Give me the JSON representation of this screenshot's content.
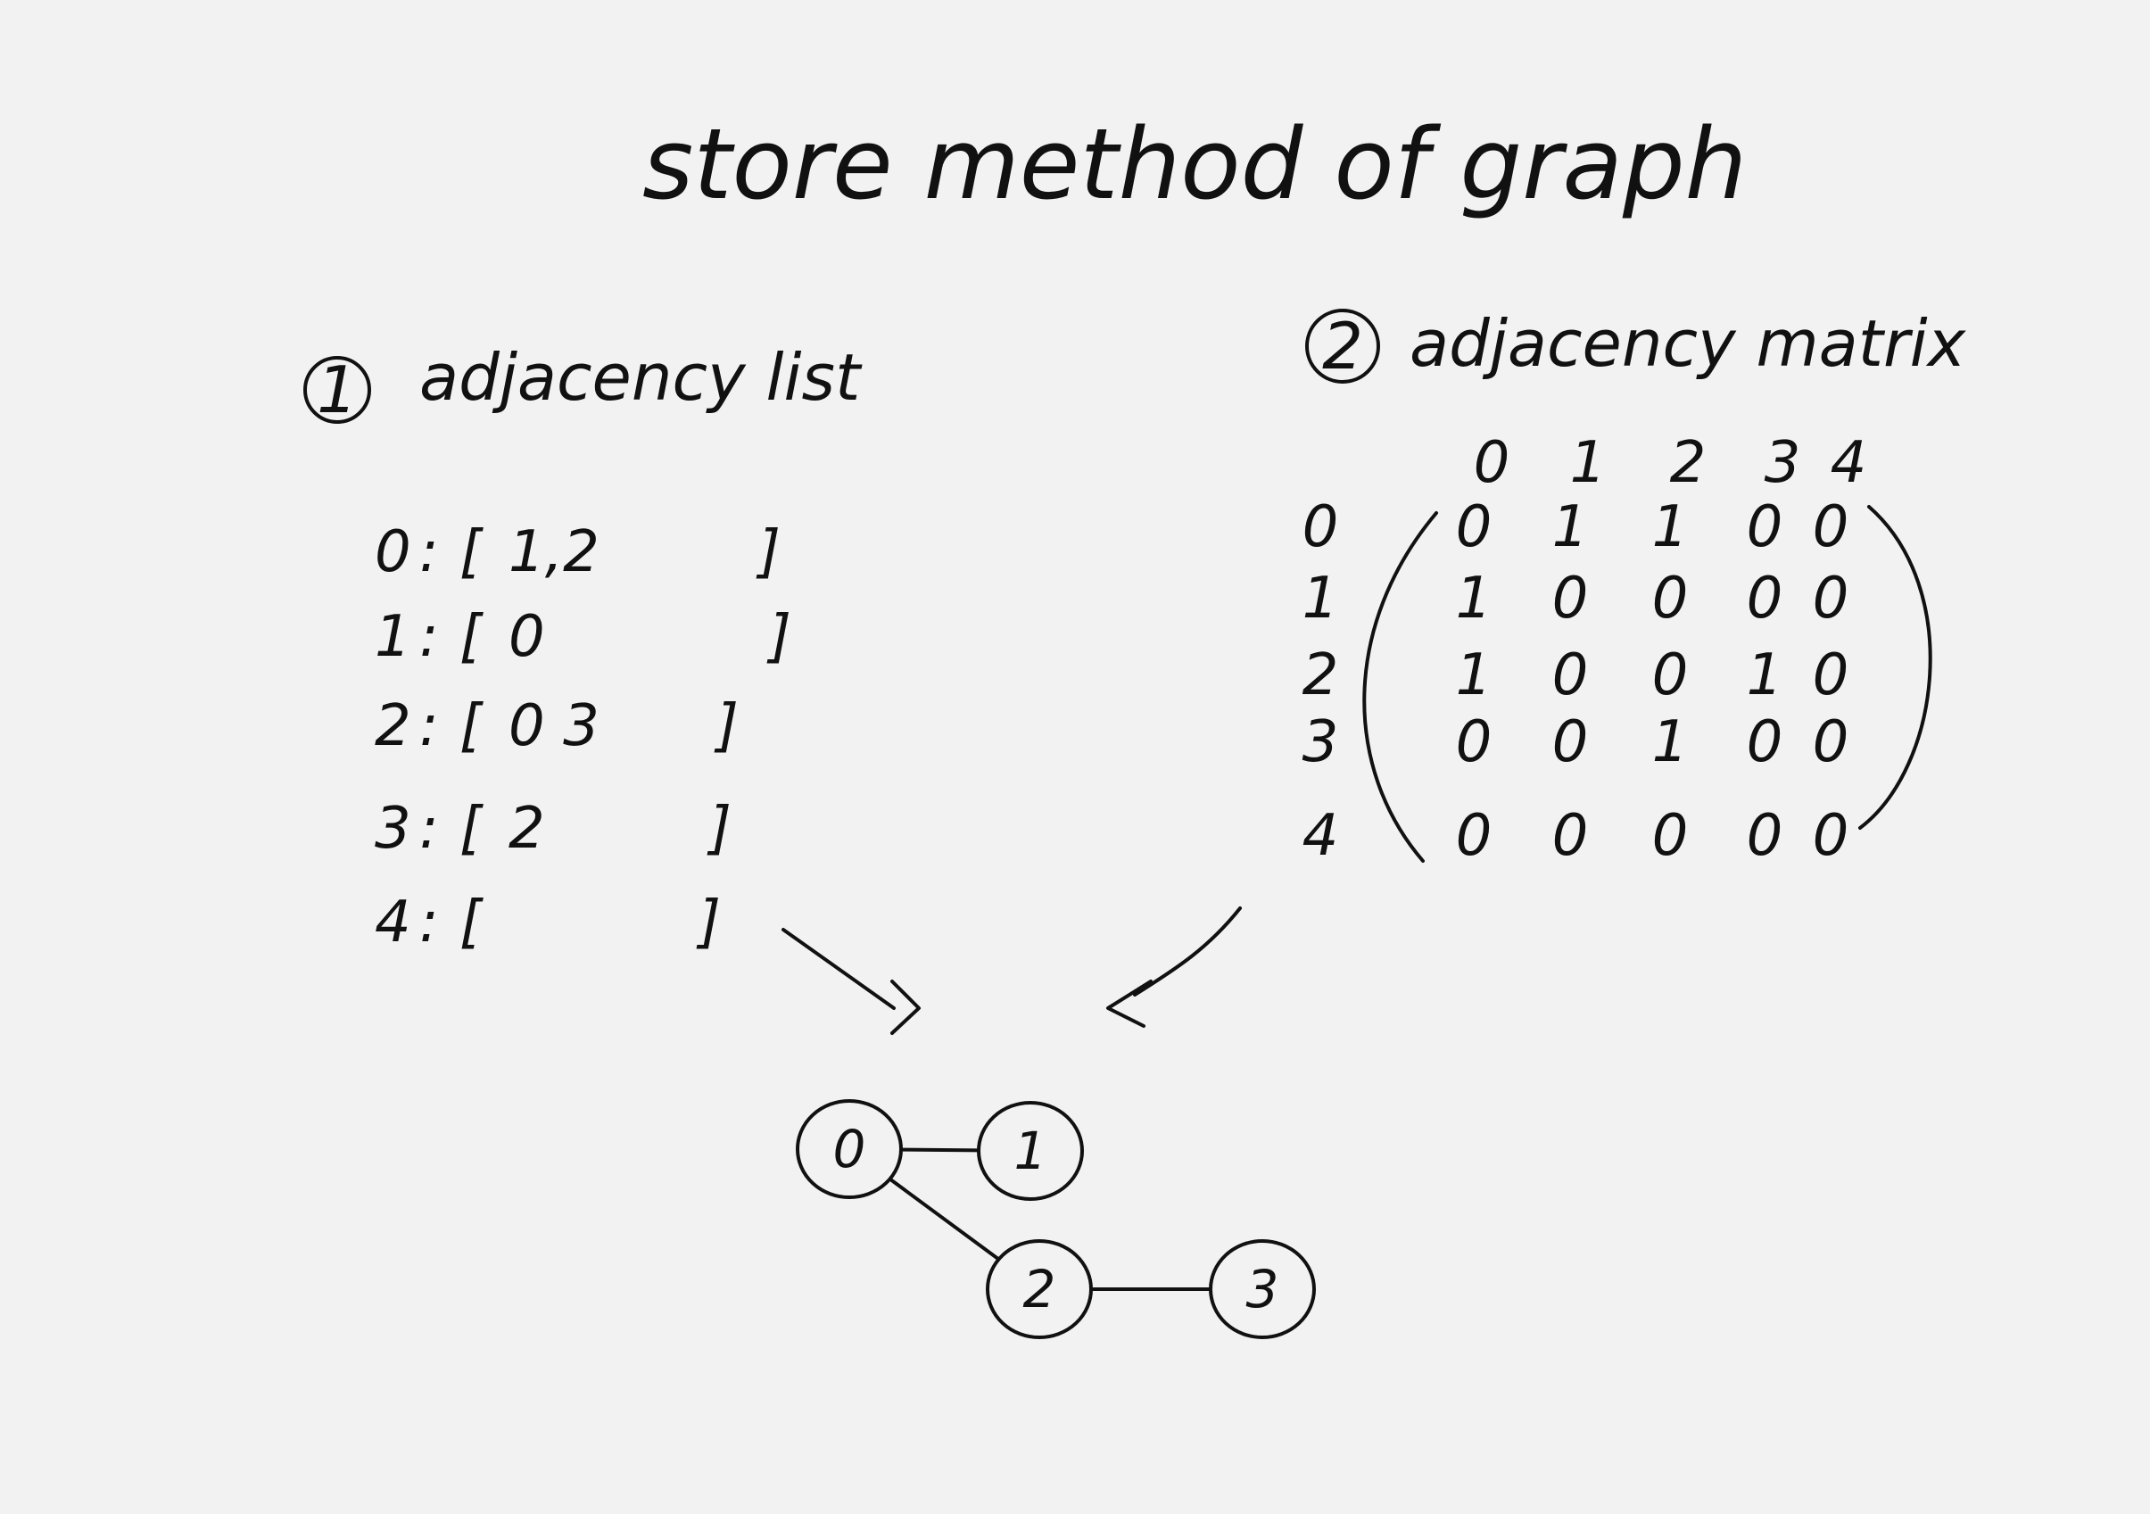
{
  "title": "store method of graph",
  "sections": {
    "list": {
      "number": "1",
      "heading": "adjacency list",
      "rows": [
        {
          "vertex": "0",
          "neighbors": "1,2"
        },
        {
          "vertex": "1",
          "neighbors": "0"
        },
        {
          "vertex": "2",
          "neighbors": "0 3"
        },
        {
          "vertex": "3",
          "neighbors": "2"
        },
        {
          "vertex": "4",
          "neighbors": ""
        }
      ]
    },
    "matrix": {
      "number": "2",
      "heading": "adjacency matrix",
      "col_headers": [
        "0",
        "1",
        "2",
        "3",
        "4"
      ],
      "row_headers": [
        "0",
        "1",
        "2",
        "3",
        "4"
      ],
      "cells": [
        [
          "0",
          "1",
          "1",
          "0",
          "0"
        ],
        [
          "1",
          "0",
          "0",
          "0",
          "0"
        ],
        [
          "1",
          "0",
          "0",
          "1",
          "0"
        ],
        [
          "0",
          "0",
          "1",
          "0",
          "0"
        ],
        [
          "0",
          "0",
          "0",
          "0",
          "0"
        ]
      ]
    }
  },
  "graph": {
    "nodes": [
      "0",
      "1",
      "2",
      "3"
    ],
    "edges": [
      [
        "0",
        "1"
      ],
      [
        "0",
        "2"
      ],
      [
        "2",
        "3"
      ]
    ]
  }
}
